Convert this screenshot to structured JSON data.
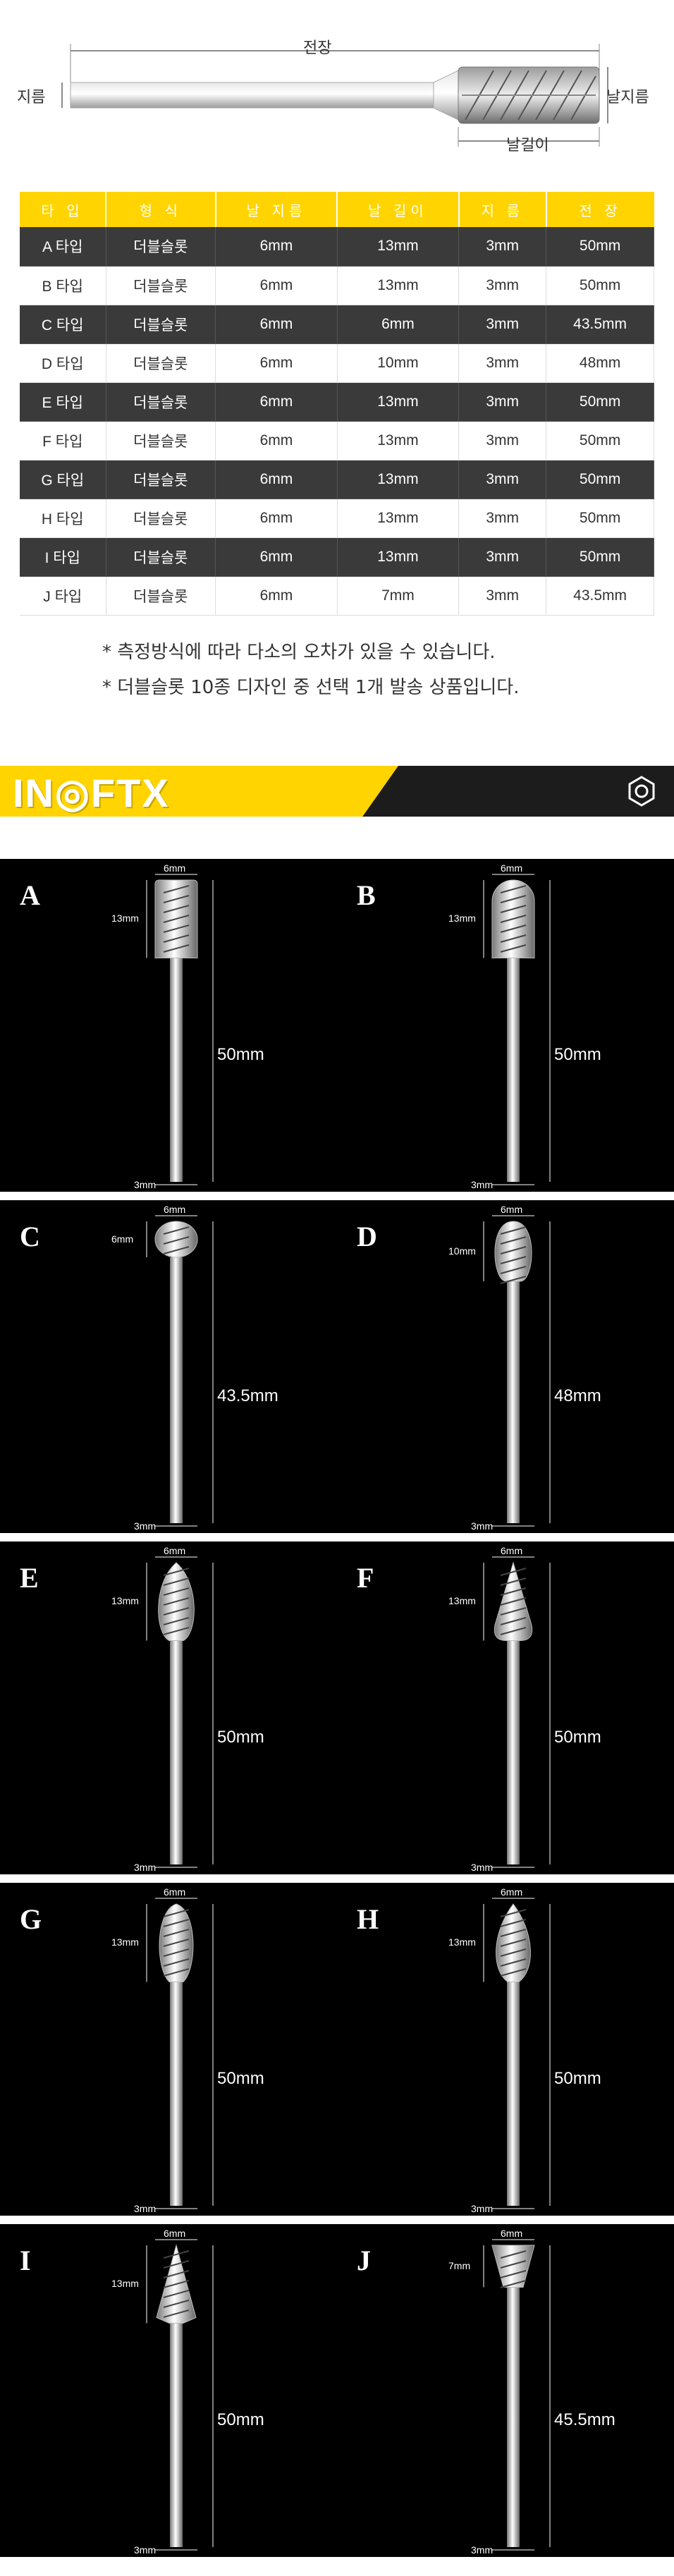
{
  "diagram": {
    "total_length": "전장",
    "diameter": "지름",
    "head_diameter": "날지름",
    "head_length": "날길이"
  },
  "table": {
    "headers": [
      "타 입",
      "형 식",
      "날 지름",
      "날 길이",
      "지 름",
      "전 장"
    ],
    "rows": [
      [
        "A 타입",
        "더블슬롯",
        "6mm",
        "13mm",
        "3mm",
        "50mm"
      ],
      [
        "B 타입",
        "더블슬롯",
        "6mm",
        "13mm",
        "3mm",
        "50mm"
      ],
      [
        "C 타입",
        "더블슬롯",
        "6mm",
        "6mm",
        "3mm",
        "43.5mm"
      ],
      [
        "D 타입",
        "더블슬롯",
        "6mm",
        "10mm",
        "3mm",
        "48mm"
      ],
      [
        "E 타입",
        "더블슬롯",
        "6mm",
        "13mm",
        "3mm",
        "50mm"
      ],
      [
        "F 타입",
        "더블슬롯",
        "6mm",
        "13mm",
        "3mm",
        "50mm"
      ],
      [
        "G 타입",
        "더블슬롯",
        "6mm",
        "13mm",
        "3mm",
        "50mm"
      ],
      [
        "H 타입",
        "더블슬롯",
        "6mm",
        "13mm",
        "3mm",
        "50mm"
      ],
      [
        "I 타입",
        "더블슬롯",
        "6mm",
        "13mm",
        "3mm",
        "50mm"
      ],
      [
        "J 타입",
        "더블슬롯",
        "6mm",
        "7mm",
        "3mm",
        "43.5mm"
      ]
    ]
  },
  "notes": [
    "* 측정방식에 따라 다소의 오차가 있을 수 있습니다.",
    "* 더블슬롯 10종 디자인 중 선택 1개 발송 상품입니다."
  ],
  "banner": {
    "logo": "IN◎FTX",
    "icon": "hex-nut-icon",
    "accent": "#ffd400"
  },
  "gallery": [
    {
      "letter": "A",
      "head_dia": "6mm",
      "head_len": "13mm",
      "total": "50mm",
      "shank": "3mm",
      "shape": "cylinder"
    },
    {
      "letter": "B",
      "head_dia": "6mm",
      "head_len": "13mm",
      "total": "50mm",
      "shank": "3mm",
      "shape": "ball-nose"
    },
    {
      "letter": "C",
      "head_dia": "6mm",
      "head_len": "6mm",
      "total": "43.5mm",
      "shank": "3mm",
      "shape": "ball"
    },
    {
      "letter": "D",
      "head_dia": "6mm",
      "head_len": "10mm",
      "total": "48mm",
      "shank": "3mm",
      "shape": "oval"
    },
    {
      "letter": "E",
      "head_dia": "6mm",
      "head_len": "13mm",
      "total": "50mm",
      "shank": "3mm",
      "shape": "flame"
    },
    {
      "letter": "F",
      "head_dia": "6mm",
      "head_len": "13mm",
      "total": "50mm",
      "shank": "3mm",
      "shape": "tree-pointed"
    },
    {
      "letter": "G",
      "head_dia": "6mm",
      "head_len": "13mm",
      "total": "50mm",
      "shank": "3mm",
      "shape": "tree"
    },
    {
      "letter": "H",
      "head_dia": "6mm",
      "head_len": "13mm",
      "total": "50mm",
      "shank": "3mm",
      "shape": "flame-pointed"
    },
    {
      "letter": "I",
      "head_dia": "6mm",
      "head_len": "13mm",
      "total": "50mm",
      "shank": "3mm",
      "shape": "cone"
    },
    {
      "letter": "J",
      "head_dia": "6mm",
      "head_len": "7mm",
      "total": "45.5mm",
      "shank": "3mm",
      "shape": "inverted-cone"
    }
  ]
}
